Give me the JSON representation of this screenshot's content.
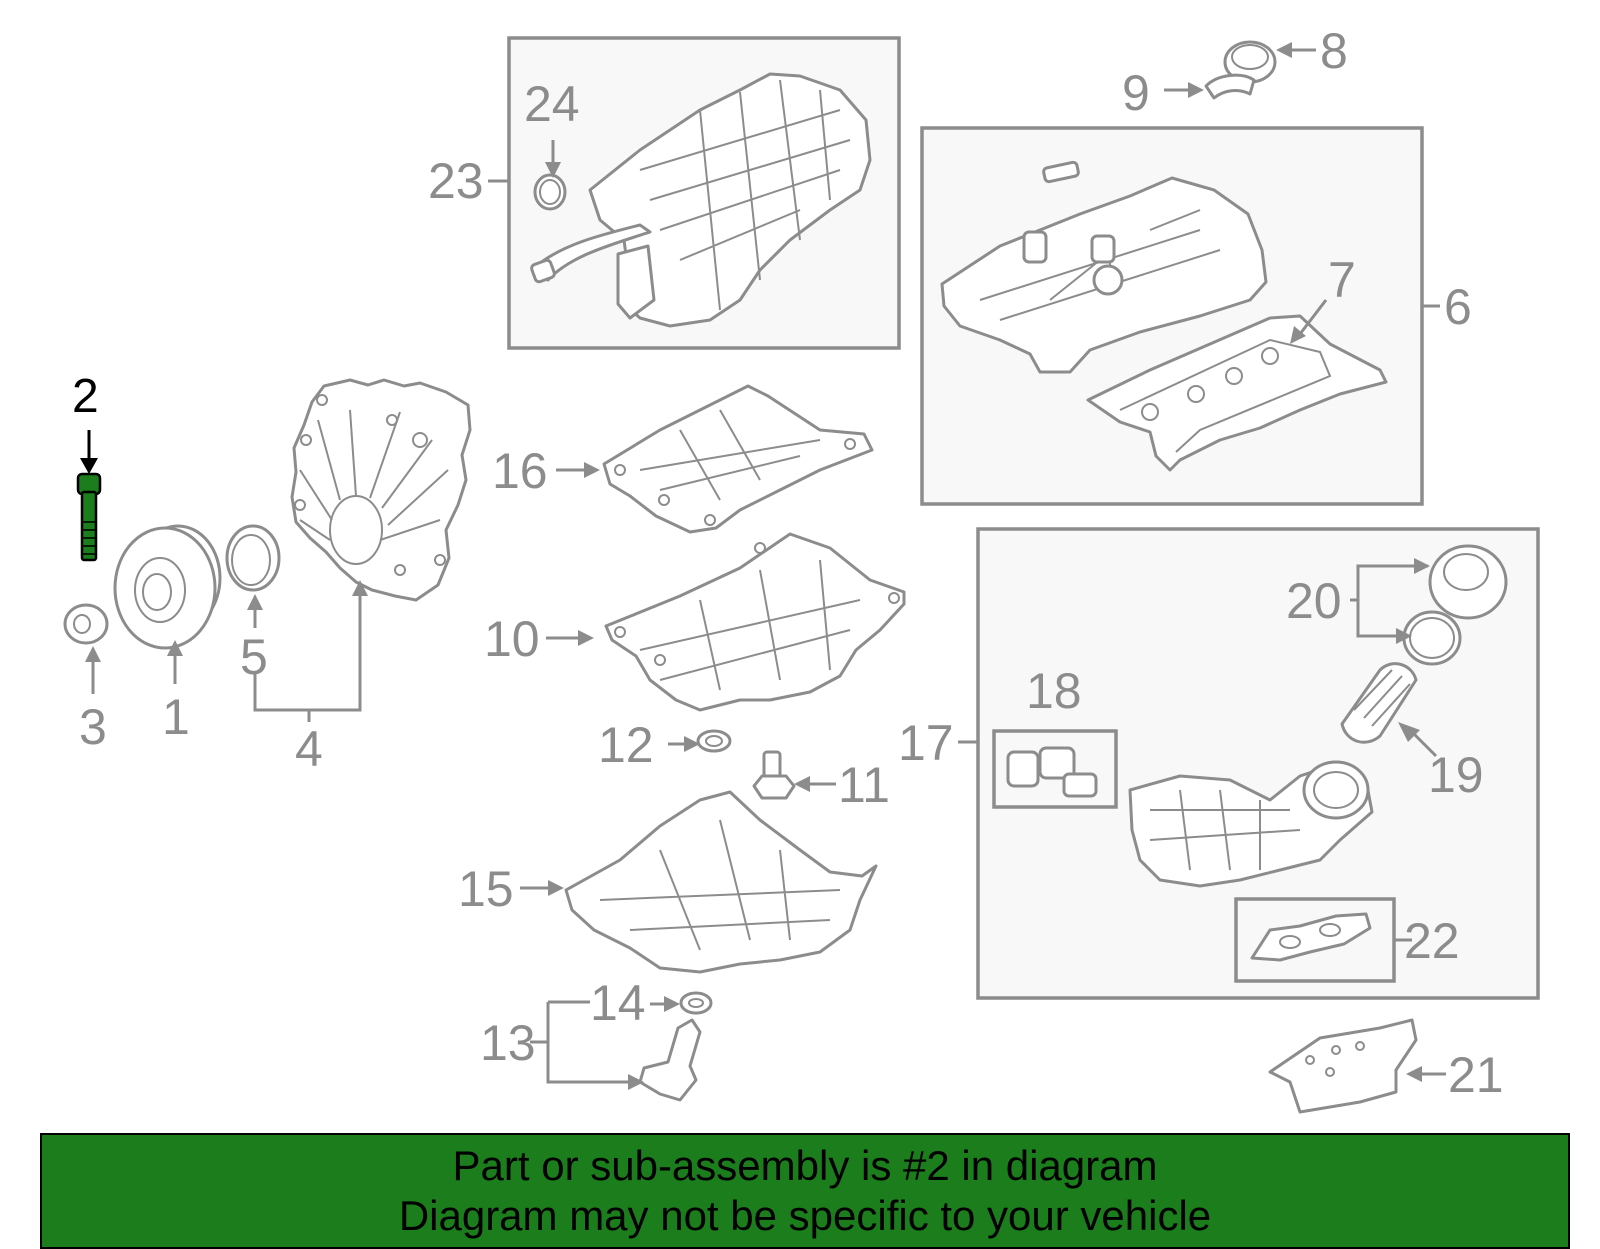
{
  "highlight_color": "#1b7d1b",
  "banner": {
    "line1": "Part or sub-assembly is #2 in diagram",
    "line2": "Diagram may not be specific to your vehicle",
    "bg_color": "#1b7d1b"
  },
  "callouts": {
    "c1": "1",
    "c2": "2",
    "c3": "3",
    "c4": "4",
    "c5": "5",
    "c6": "6",
    "c7": "7",
    "c8": "8",
    "c9": "9",
    "c10": "10",
    "c11": "11",
    "c12": "12",
    "c13": "13",
    "c14": "14",
    "c15": "15",
    "c16": "16",
    "c17": "17",
    "c18": "18",
    "c19": "19",
    "c20": "20",
    "c21": "21",
    "c22": "22",
    "c23": "23",
    "c24": "24"
  }
}
